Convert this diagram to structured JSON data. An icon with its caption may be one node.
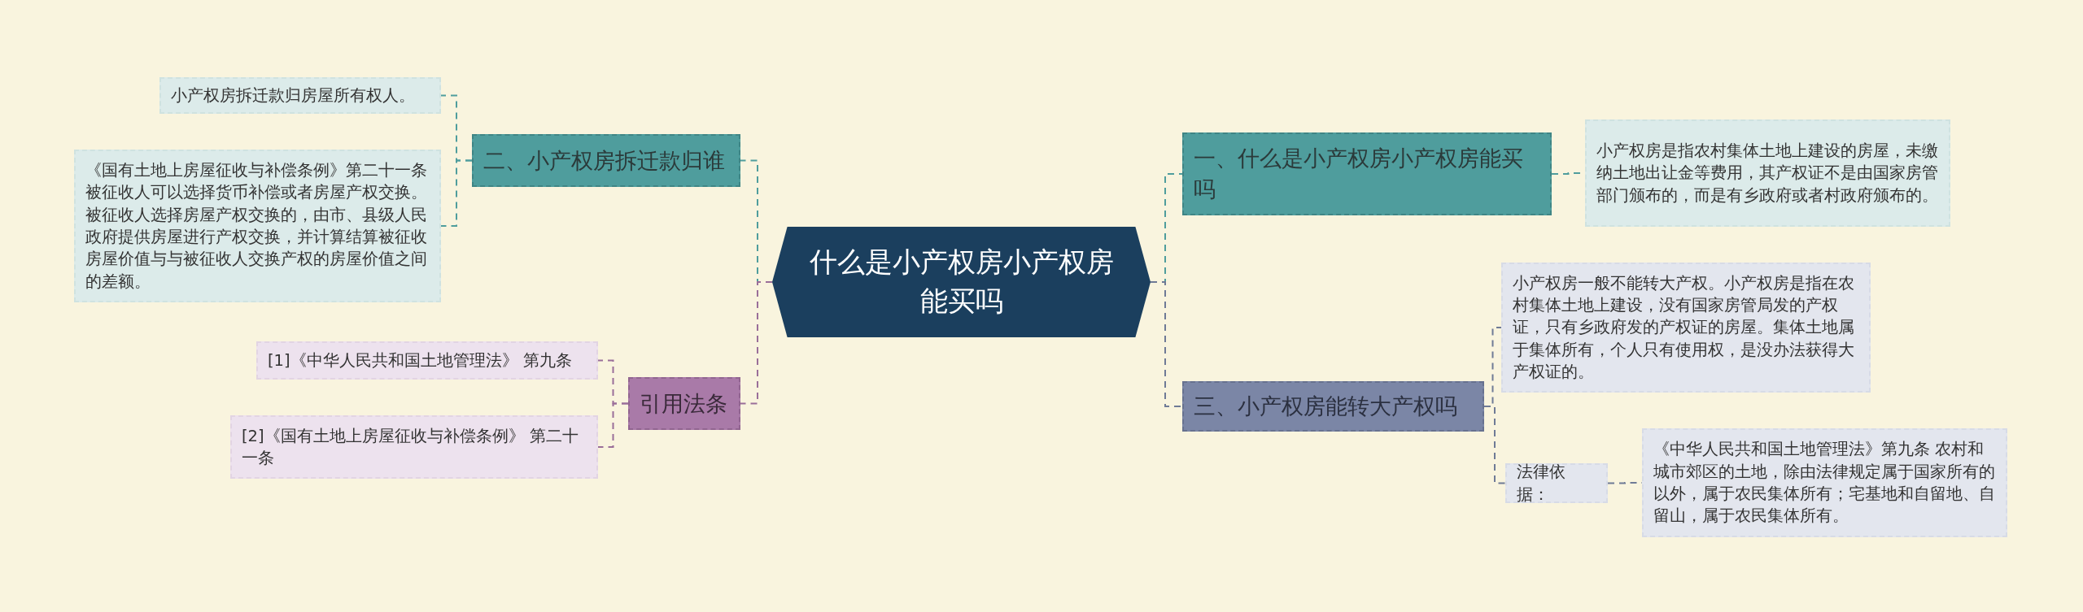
{
  "diagram": {
    "nodes": [
      {
        "text": [
          "什么是小产权房小产权房能买吗"
        ]
      },
      {
        "text": [
          "一、什么是小产权房小产权房能买吗"
        ]
      },
      {
        "text": [
          "小产权房是指农村集体土地上建设的房屋，未缴纳土地出让金等费用，其产权证不是由国家房管部门颁布的，而是有乡政府或者村政府颁布的。"
        ]
      },
      {
        "text": [
          "三、小产权房能转大产权吗"
        ]
      },
      {
        "text": [
          "小产权房一般不能转大产权。小产权房是指在农村集体土地上建设，没有国家房管局发的产权证，只有乡政府发的产权证的房屋。集体土地属于集体所有，个人只有使用权，是没办法获得大产权证的。"
        ]
      },
      {
        "text": [
          "法律依据："
        ]
      },
      {
        "text": [
          "《中华人民共和国土地管理法》第九条 农村和城市郊区的土地，除由法律规定属于国家所有的以外，属于农民集体所有；宅基地和自留地、自留山，属于农民集体所有。"
        ]
      },
      {
        "text": [
          "二、小产权房拆迁款归谁"
        ]
      },
      {
        "text": [
          "小产权房拆迁款归房屋所有权人。"
        ]
      },
      {
        "text": [
          "《国有土地上房屋征收与补偿条例》第二十一条被征收人可以选择货币补偿或者房屋产权交换。被征收人选择房屋产权交换的，由市、县级人民政府提供房屋进行产权交换，并计算结算被征收房屋价值与与被征收人交换产权的房屋价值之间的差额。"
        ]
      },
      {
        "text": [
          "引用法条"
        ]
      },
      {
        "text": [
          "[1]《中华人民共和国土地管理法》 第九条"
        ]
      },
      {
        "text": [
          "[2]《国有土地上房屋征收与补偿条例》 第二十一条"
        ]
      }
    ],
    "edges": [
      {
        "from": 0,
        "to": 1,
        "arrow": "none",
        "color": "#4f9d9d"
      },
      {
        "from": 0,
        "to": 3,
        "arrow": "none",
        "color": "#6f7a96"
      },
      {
        "from": 0,
        "to": 7,
        "arrow": "none",
        "color": "#4f9d9d"
      },
      {
        "from": 0,
        "to": 10,
        "arrow": "none",
        "color": "#9a6e99"
      },
      {
        "from": 1,
        "to": 2,
        "arrow": "none",
        "color": "#4f9d9d"
      },
      {
        "from": 3,
        "to": 4,
        "arrow": "none",
        "color": "#6f7a96"
      },
      {
        "from": 3,
        "to": 5,
        "arrow": "none",
        "color": "#6f7a96"
      },
      {
        "from": 5,
        "to": 6,
        "arrow": "none",
        "color": "#6f7a96"
      },
      {
        "from": 7,
        "to": 8,
        "arrow": "none",
        "color": "#4f9d9d"
      },
      {
        "from": 7,
        "to": 9,
        "arrow": "none",
        "color": "#4f9d9d"
      },
      {
        "from": 10,
        "to": 11,
        "arrow": "none",
        "color": "#9a6e99"
      },
      {
        "from": 10,
        "to": 12,
        "arrow": "none",
        "color": "#9a6e99"
      }
    ]
  }
}
